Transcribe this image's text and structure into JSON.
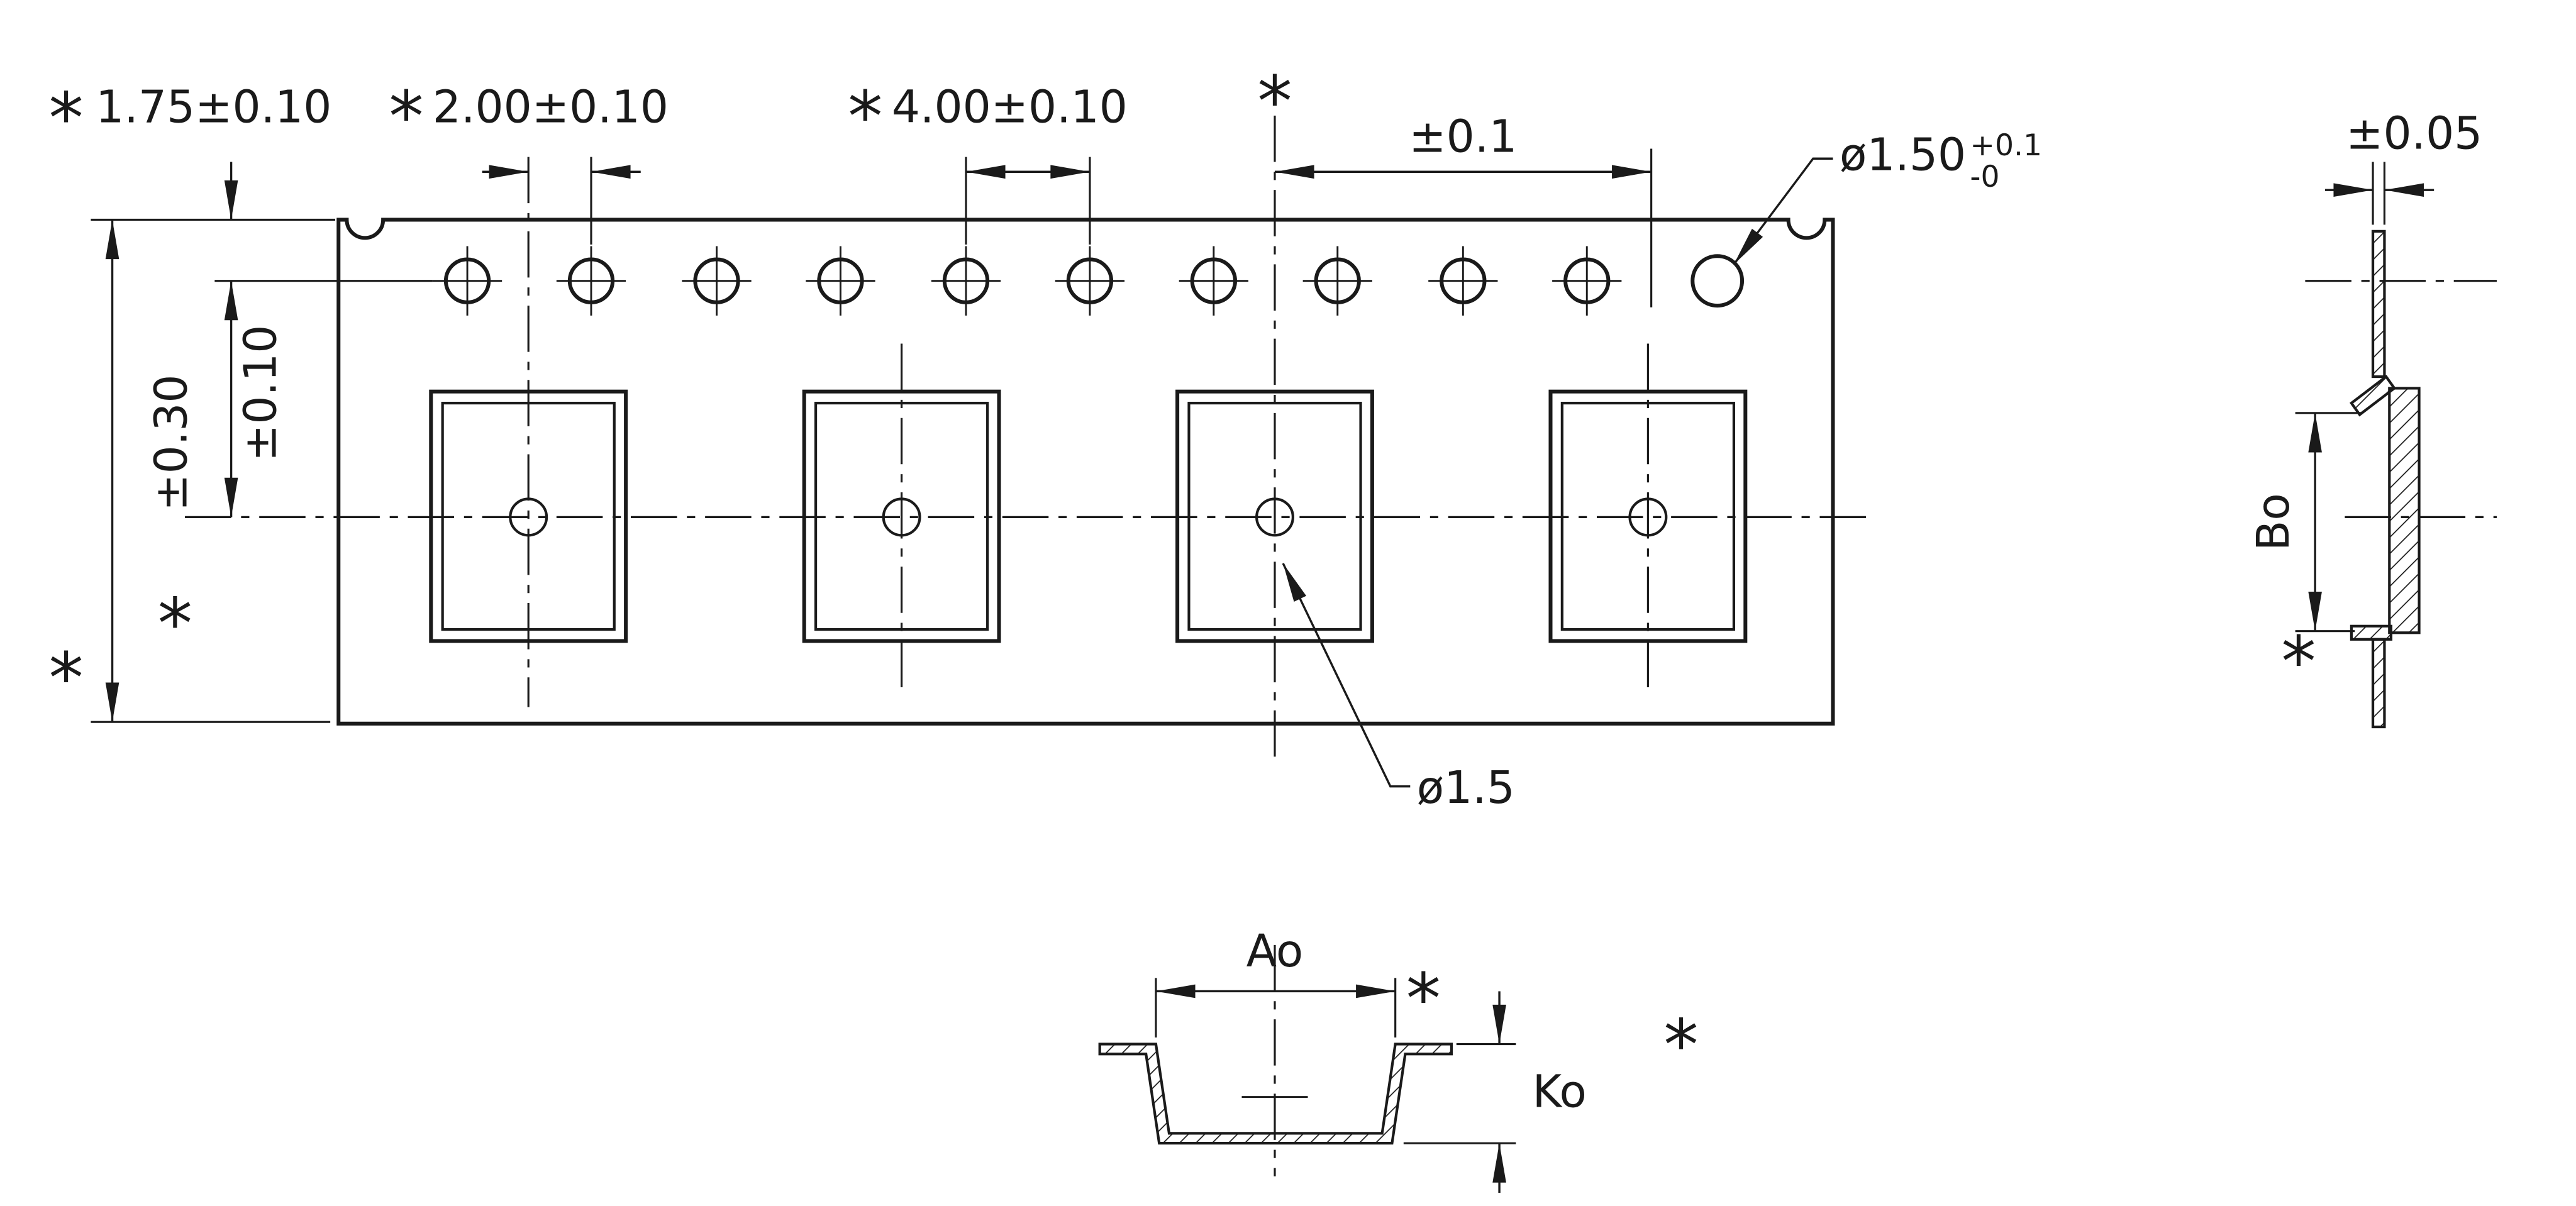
{
  "drawing": {
    "colors": {
      "line": "#1a1a1a",
      "background": "#ffffff"
    },
    "asterisk": "*",
    "top_view": {
      "dim_edge_to_sprocket_center": "1.75±0.10",
      "dim_sprocket_to_pocket_center": "2.00±0.10",
      "dim_sprocket_pitch": "4.00±0.10",
      "dim_cumulative_pitch_tol": "±0.1",
      "dim_tape_width_tol": "±0.30",
      "dim_pocket_center_cross_tol": "±0.10",
      "sprocket_hole_callout": {
        "diameter": "ø1.50",
        "tol_plus": "+0.1",
        "tol_minus": "-0"
      },
      "pocket_center_hole_callout": "ø1.5"
    },
    "side_view": {
      "dim_tape_thickness_tol": "±0.05",
      "label_pocket_width": "Bo"
    },
    "section_view": {
      "label_pocket_length": "Ao",
      "label_pocket_depth": "Ko"
    }
  }
}
